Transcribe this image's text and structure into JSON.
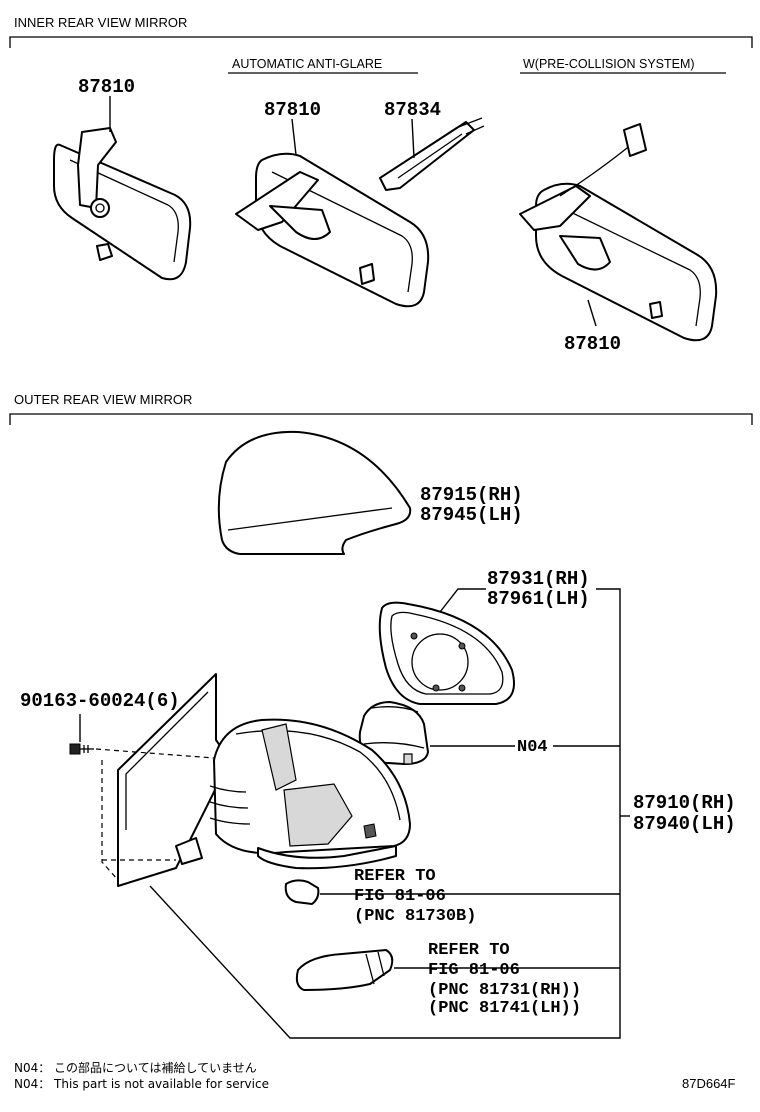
{
  "sections": {
    "inner": {
      "title": "INNER REAR VIEW MIRROR",
      "variant_automatic": "AUTOMATIC ANTI-GLARE",
      "variant_precollision": "W(PRE-COLLISION SYSTEM)",
      "part_basic": "87810",
      "part_auto_mirror": "87810",
      "part_auto_sensor": "87834",
      "part_pcs_mirror": "87810"
    },
    "outer": {
      "title": "OUTER REAR VIEW MIRROR",
      "cover": {
        "rh": "87915(RH)",
        "lh": "87945(LH)"
      },
      "glass": {
        "rh": "87931(RH)",
        "lh": "87961(LH)"
      },
      "assembly": {
        "rh": "87910(RH)",
        "lh": "87940(LH)"
      },
      "screw": "90163-60024(6)",
      "motor_note": "N04",
      "ref_lamp": {
        "line1": "REFER TO",
        "line2": "FIG 81-06",
        "line3": "(PNC 81730B)"
      },
      "ref_turn": {
        "line1": "REFER TO",
        "line2": "FIG 81-06",
        "line3": "(PNC 81731(RH))",
        "line4": "(PNC 81741(LH))"
      }
    }
  },
  "footnotes": {
    "jp": "N04： この部品については補給していません",
    "en": "N04： This part is not available for service"
  },
  "figure_code": "87D664F"
}
